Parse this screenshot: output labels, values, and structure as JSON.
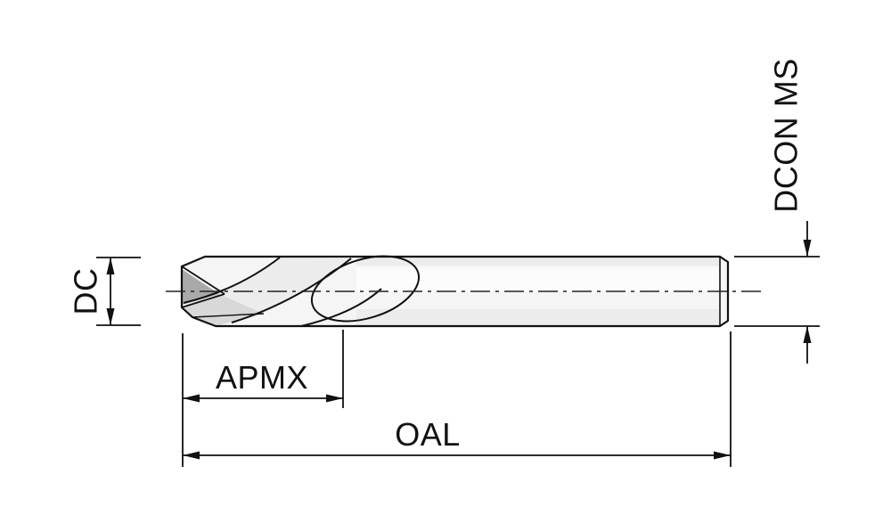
{
  "diagram": {
    "type": "tool-dimension-drawing",
    "dimension_labels": {
      "dc": "DC",
      "dcon_ms": "DCON MS",
      "apmx": "APMX",
      "oal": "OAL"
    },
    "colors": {
      "line": "#111111",
      "body_fill": "#f5f5f5",
      "shade_light": "#ececec",
      "shade_mid": "#d8d8d8",
      "shade_dark": "#a9a9a9",
      "background": "#ffffff"
    }
  }
}
